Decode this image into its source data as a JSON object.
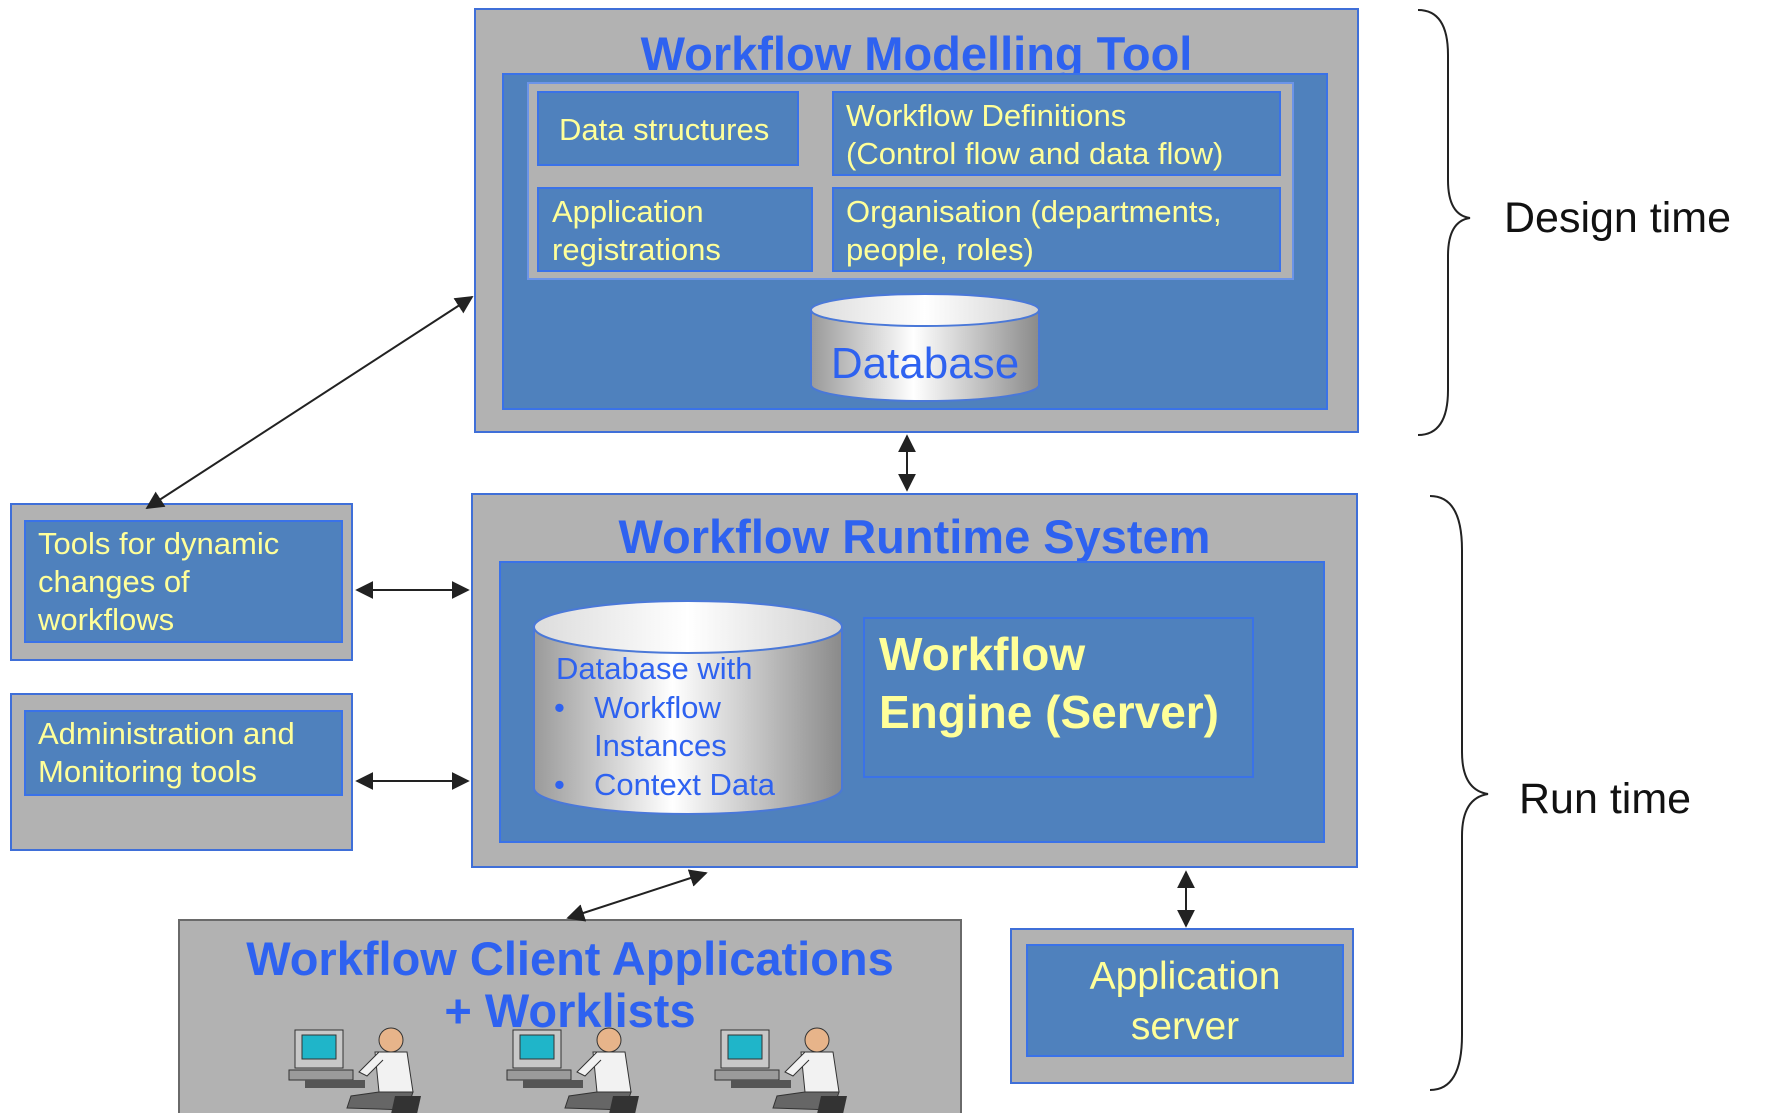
{
  "modelling_tool": {
    "title": "Workflow Modelling Tool",
    "data_structures": "Data structures",
    "workflow_definitions_line1": "Workflow Definitions",
    "workflow_definitions_line2": "(Control flow and data flow)",
    "app_registrations_line1": "Application",
    "app_registrations_line2": "registrations",
    "organisation_line1": "Organisation (departments,",
    "organisation_line2": "people, roles)",
    "database": "Database"
  },
  "runtime_system": {
    "title": "Workflow Runtime System",
    "db_line1": "Database with",
    "db_bullet1_line1": "Workflow",
    "db_bullet1_line2": "Instances",
    "db_bullet2": "Context Data",
    "bullet": "•",
    "engine_line1": "Workflow",
    "engine_line2": "Engine (Server)"
  },
  "dynamic_tools": {
    "line1": "Tools for dynamic",
    "line2": "changes of",
    "line3": "workflows"
  },
  "admin_tools": {
    "line1": "Administration and",
    "line2": "Monitoring tools"
  },
  "client_apps": {
    "line1": "Workflow Client Applications",
    "line2": "+ Worklists"
  },
  "app_server": {
    "line1": "Application",
    "line2": "server"
  },
  "phases": {
    "design_time": "Design time",
    "run_time": "Run time"
  },
  "colors": {
    "panel_gray": "#b2b2b2",
    "box_blue": "#4f81bd",
    "title_blue": "#2e62f0",
    "label_yellow": "#ffff99"
  }
}
